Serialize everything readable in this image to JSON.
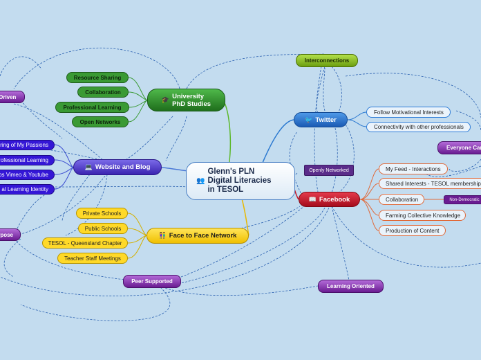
{
  "central": {
    "icon": "people-icon",
    "line1": "Glenn's PLN",
    "line2": "Digital Literacies",
    "line3": "in TESOL"
  },
  "university": {
    "icon": "graduate-icon",
    "line1": "University",
    "line2": "PhD Studies",
    "children": [
      "Resource Sharing",
      "Collaboration",
      "Professional Learning",
      "Open Networks"
    ]
  },
  "website": {
    "icon": "laptop-icon",
    "label": "Website and Blog",
    "children": [
      "ring of My Passions",
      "rofessional Learning",
      "os Vimeo & Youtube",
      "al Learning Identity"
    ]
  },
  "face": {
    "icon": "meeting-icon",
    "label": "Face to Face Network",
    "children": [
      "Private Schools",
      "Public Schools",
      "TESOL - Queensland Chapter",
      "Teacher Staff Meetings"
    ]
  },
  "twitter": {
    "icon": "bird-icon",
    "label": "Twitter",
    "children": [
      "Follow Motivational Interests",
      "Connectivity with other professionals"
    ]
  },
  "facebook": {
    "icon": "book-icon",
    "label": "Facebook",
    "children": [
      "My Feed - Interactions",
      "Shared Interests - TESOL membership",
      "Collaboration",
      "Farming Collective Knowledge",
      "Production of Content"
    ],
    "sub": "Non-Democratic"
  },
  "floating": {
    "interconnections": "Interconnections",
    "driven": "Driven",
    "everyone": "Everyone Can",
    "purpose": "rpose",
    "peer": "Peer Supported",
    "learning": "Learning Oriented",
    "open": "Openly Networked"
  },
  "colors": {
    "background": "#c3dcef",
    "university": "#2e8a2a",
    "website": "#4a35c4",
    "face": "#f5c400",
    "twitter": "#2a78d0",
    "facebook": "#c21a2c",
    "interconnections": "#8cc020",
    "purple": "#7a2ca0"
  }
}
